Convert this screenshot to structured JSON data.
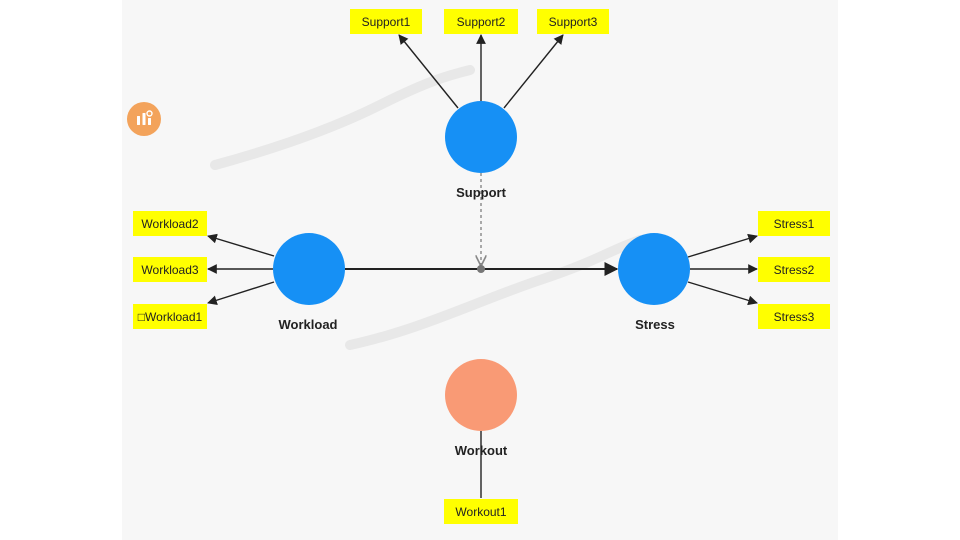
{
  "colors": {
    "canvas": "#f7f7f7",
    "latent_blue": "#1690f5",
    "latent_orange": "#f99a75",
    "indicator_fill": "#ffff00",
    "arrow": "#222222",
    "dashed_arrow": "#888888",
    "badge": "#f3a35b"
  },
  "badge": {
    "icon": "app-badge-icon"
  },
  "latents": {
    "support": {
      "label": "Support"
    },
    "workload": {
      "label": "Workload"
    },
    "stress": {
      "label": "Stress"
    },
    "workout": {
      "label": "Workout"
    }
  },
  "indicators": {
    "support": [
      "Support1",
      "Support2",
      "Support3"
    ],
    "workload": [
      "Workload2",
      "Workload3",
      "□Workload1"
    ],
    "stress": [
      "Stress1",
      "Stress2",
      "Stress3"
    ],
    "workout": [
      "Workout1"
    ]
  }
}
